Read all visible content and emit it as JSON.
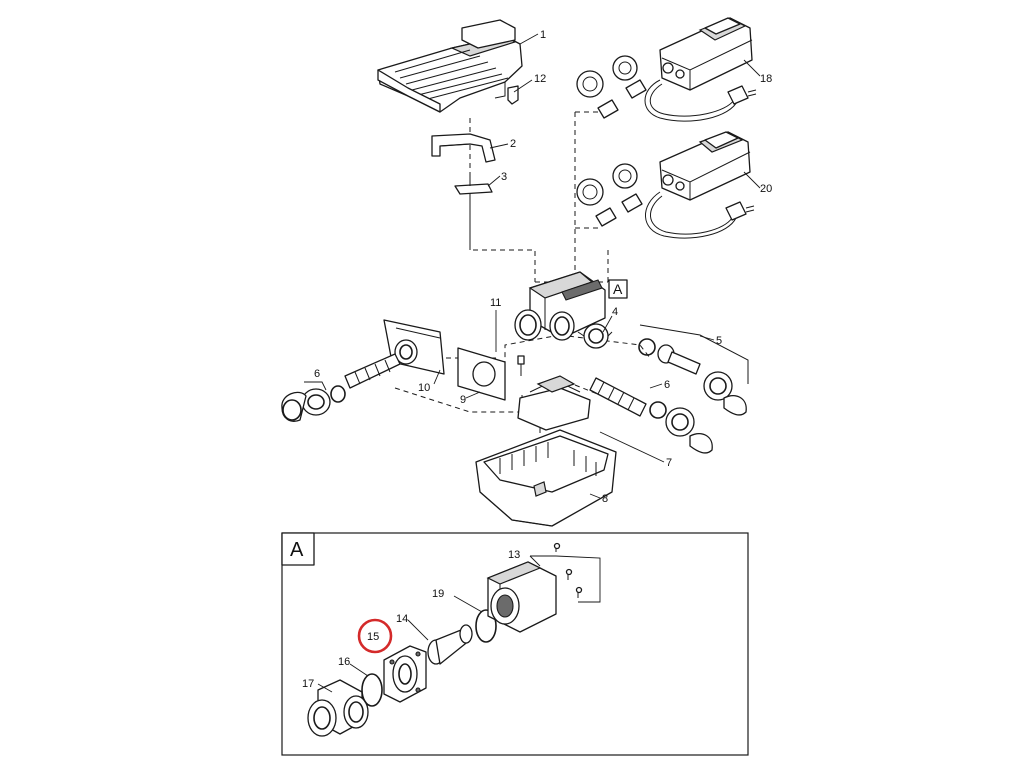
{
  "labels": {
    "p1": "1",
    "p2": "2",
    "p3": "3",
    "p4": "4",
    "p5": "5",
    "p6a": "6",
    "p6b": "6",
    "p7": "7",
    "p8": "8",
    "p9": "9",
    "p10": "10",
    "p11": "11",
    "p12": "12",
    "p13": "13",
    "p14": "14",
    "p15": "15",
    "p16": "16",
    "p17": "17",
    "p18": "18",
    "p19": "19",
    "p20": "20"
  },
  "callout": "A",
  "detail_box": {
    "label": "A"
  },
  "highlight": {
    "part": "15",
    "color": "#d42a2a"
  }
}
